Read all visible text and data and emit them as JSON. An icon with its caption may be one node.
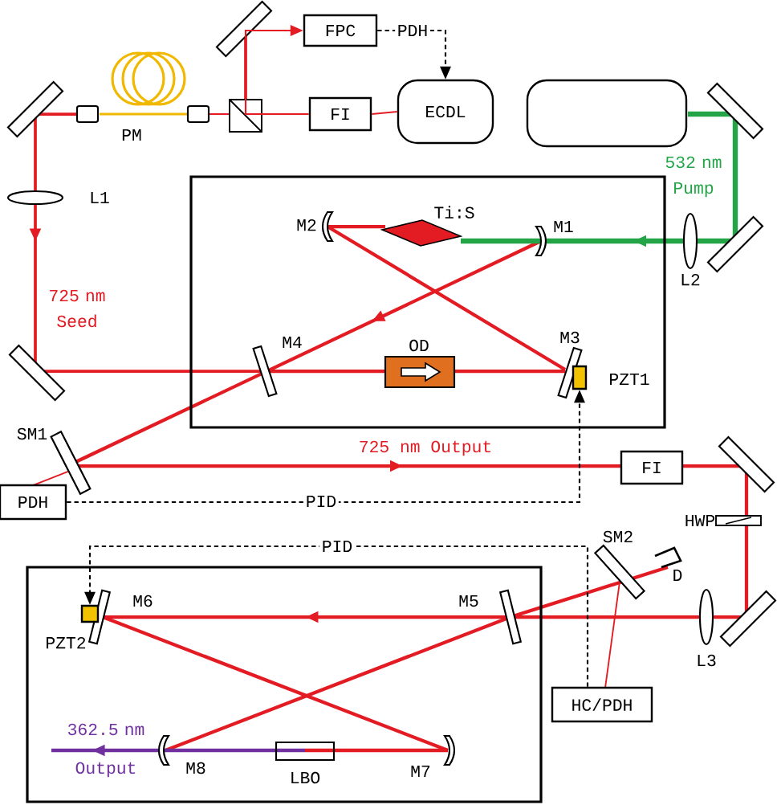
{
  "diagram": {
    "nodes": [
      {
        "text": [
          "FPC"
        ]
      },
      {
        "text": [
          "ECDL"
        ]
      },
      {
        "text": [],
        "shape": "box"
      },
      {
        "text": [
          "FI"
        ]
      },
      {
        "text": [
          "PZT1"
        ]
      },
      {
        "text": [
          "FI"
        ]
      },
      {
        "text": [
          "PDH"
        ]
      },
      {
        "text": [
          "PZT2"
        ]
      },
      {
        "text": [
          "HC/PDH"
        ]
      }
    ],
    "edges": [
      {
        "from": 0,
        "to": 1,
        "arrow": "to",
        "label": "PDH",
        "style": "dashed",
        "color": "#000000"
      },
      {
        "from": 1,
        "to": 3,
        "arrow": "none",
        "color": "#e31b23"
      },
      {
        "from": 3,
        "to": 0,
        "arrow": "to",
        "color": "#e31b23"
      },
      {
        "from": 6,
        "to": 4,
        "arrow": "to",
        "label": "PID",
        "style": "dashed",
        "color": "#000000"
      },
      {
        "from": 8,
        "to": 7,
        "arrow": "to",
        "label": "PID",
        "style": "dashed",
        "color": "#000000"
      }
    ],
    "labels": [
      "PM",
      "532 nm Pump",
      "L1",
      "Ti:S",
      "M2",
      "M1",
      "L2",
      "725 nm Seed",
      "M4",
      "OD",
      "M3",
      "SM1",
      "725 nm Output",
      "HWP",
      "SM2",
      "D",
      "M6",
      "M5",
      "L3",
      "362.5 nm Output",
      "M8",
      "LBO",
      "M7"
    ]
  }
}
